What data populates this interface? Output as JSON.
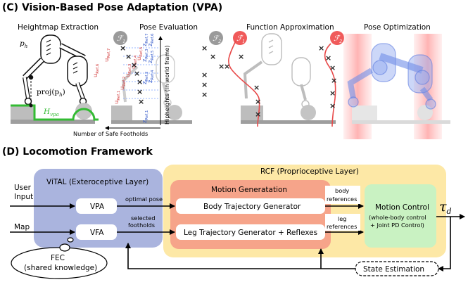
{
  "vpa": {
    "section_title": "(C) Vision-Based Pose Adaptation (VPA)",
    "panels": {
      "heightmap": "Heightmap Extraction",
      "pose_eval": "Pose Evaluation",
      "func_approx": "Function Approximation",
      "pose_opt": "Pose Optimization"
    },
    "symbols": {
      "p_h": "p",
      "p_h_sub": "h",
      "proj": "proj(p",
      "proj_sub": "h",
      "proj_close": ")",
      "H": "H",
      "H_sub": "vpa",
      "F": "ℱ",
      "F1_sub": "1",
      "F2_sub": "2",
      "Fhat": "ℱ̂"
    },
    "axis_labels": {
      "safe_footholds": "Number of Safe Footholds",
      "hipheights": "Hipheights (in world frame)"
    },
    "u_labels": [
      "u",
      "u",
      "u",
      "u",
      "u",
      "u",
      "u"
    ],
    "u_subs": [
      "Ref,1",
      "Ref,2",
      "Ref,3",
      "Ref,4",
      "Ref,5",
      "Ref,6",
      "Ref,7"
    ],
    "z_labels": [
      "z",
      "z",
      "z",
      "z",
      "z",
      "z",
      "z"
    ],
    "z_subs": [
      "Ref,1",
      "Ref,2",
      "Ref,3",
      "Ref,4",
      "Ref,5",
      "Ref,6",
      "Ref,7"
    ]
  },
  "loco": {
    "section_title": "(D) Locomotion Framework",
    "rcf_title": "RCF (Proprioceptive Layer)",
    "vital_title": "ViTAL (Exteroceptive Layer)",
    "motion_gen_title": "Motion Generatation",
    "user_input_1": "User",
    "user_input_2": "Input",
    "map": "Map",
    "vpa_box": "VPA",
    "vfa_box": "VFA",
    "optimal_pose": "optimal pose",
    "selected_1": "selected",
    "selected_2": "footholds",
    "body_traj": "Body Trajectory Generator",
    "leg_traj": "Leg Trajectory Generator + Reflexes",
    "body_ref_1": "body",
    "body_ref_2": "references",
    "leg_ref_1": "leg",
    "leg_ref_2": "references",
    "motion_control_title": "Motion Control",
    "motion_control_1": "(whole-body control",
    "motion_control_2": "+ Joint PD Control)",
    "output": "τ",
    "output_sub": "d",
    "fec_1": "FEC",
    "fec_2": "(shared knowledge)",
    "state_est": "State Estimation"
  },
  "colors": {
    "vital_fill": "#aab4de",
    "rcf_fill": "#fde8a6",
    "motion_gen_fill": "#f6a48a",
    "motion_control_fill": "#c9f2c2",
    "green_highlight": "#33bb33",
    "red_curve": "#e84a4a",
    "fhat_badge": "#f05a5a",
    "f_badge": "#999999",
    "blue_label": "#2e55c8",
    "red_label": "#d23b3b"
  }
}
